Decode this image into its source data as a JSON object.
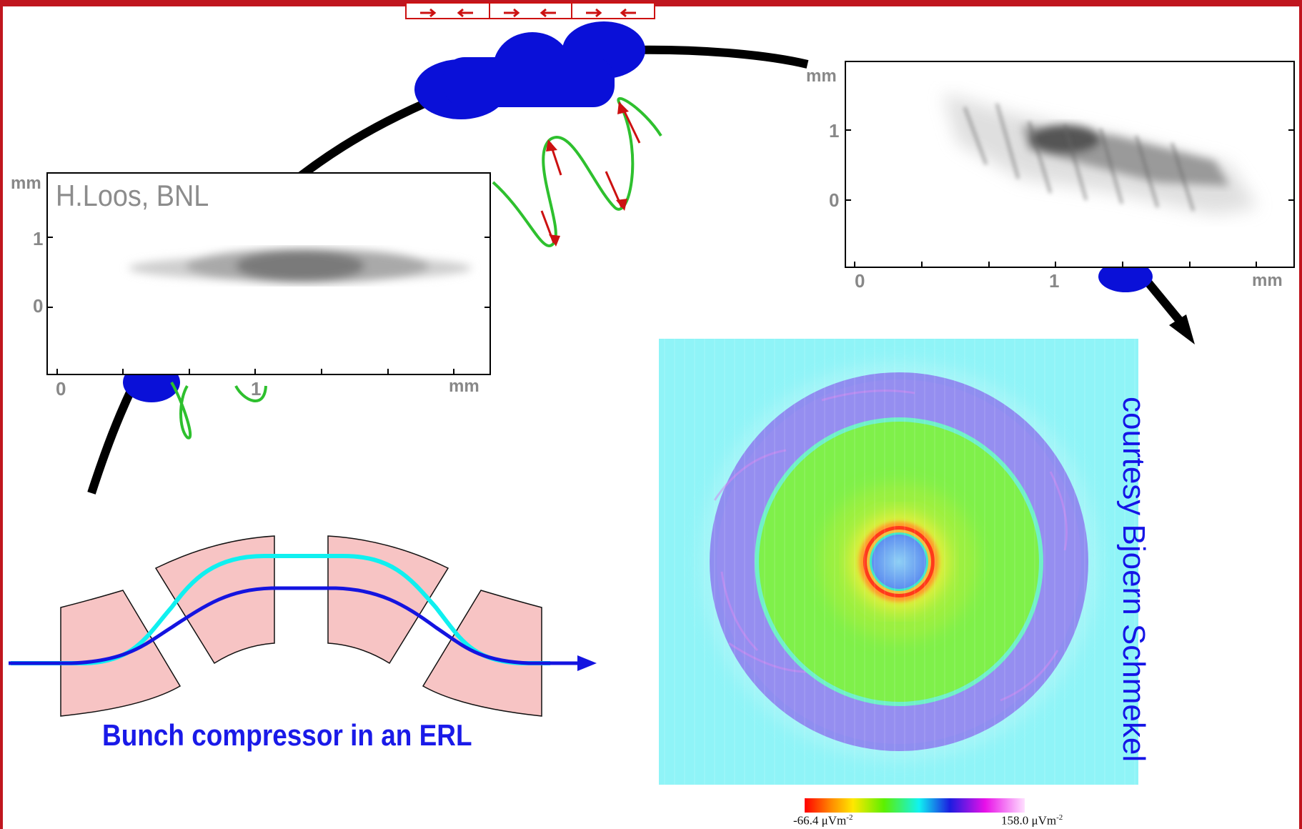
{
  "diagram": {
    "author_credit": "H.Loos, BNL",
    "simulation_credit": "courtesy Bjoern Schmekel",
    "caption": "Bunch compressor in an ERL",
    "left_panel": {
      "y_unit": "mm",
      "y_ticks": [
        "1",
        "0"
      ],
      "x_ticks": [
        "0",
        "1"
      ],
      "x_unit": "mm"
    },
    "right_panel": {
      "y_unit": "mm",
      "y_ticks": [
        "1",
        "0"
      ],
      "x_ticks": [
        "0",
        "1"
      ],
      "x_unit": "mm"
    },
    "colorbar": {
      "min_label": "-66.4 μVm",
      "min_exp": "-2",
      "max_label": "158.0 μVm",
      "max_exp": "-2"
    },
    "colors": {
      "frame": "#c0161f",
      "bunch": "#0a10d8",
      "wave": "#2ec02e",
      "arrow_red": "#cc1111",
      "magnet": "#f7c4c4",
      "orbit_inner": "#1414e0",
      "orbit_outer": "#10f0f0",
      "field_background": "#8ff4f7"
    }
  }
}
